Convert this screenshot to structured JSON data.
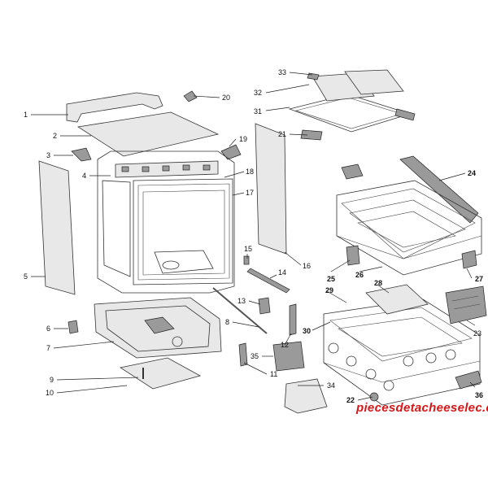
{
  "diagram": {
    "callouts": [
      "1",
      "2",
      "3",
      "4",
      "5",
      "6",
      "7",
      "8",
      "9",
      "10",
      "11",
      "12",
      "13",
      "14",
      "15",
      "16",
      "17",
      "18",
      "19",
      "20",
      "21",
      "22",
      "23",
      "24",
      "25",
      "26",
      "27",
      "28",
      "29",
      "30",
      "31",
      "32",
      "33",
      "34",
      "35",
      "36"
    ]
  },
  "watermark": {
    "text": "piecesdetacheeselec.com",
    "color": "#d81818"
  }
}
